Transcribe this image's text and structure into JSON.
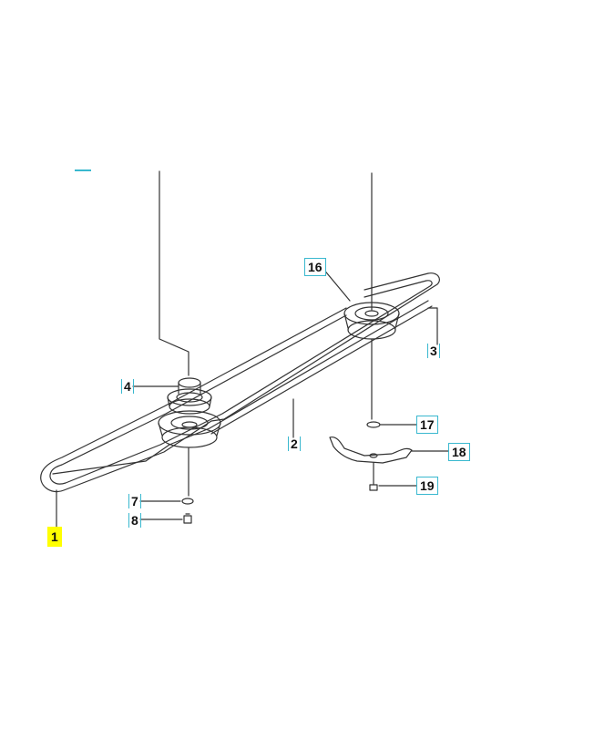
{
  "callouts": {
    "c1": "1",
    "c2": "2",
    "c3": "3",
    "c4": "4",
    "c7": "7",
    "c8": "8",
    "c16": "16",
    "c17": "17",
    "c18": "18",
    "c19": "19"
  },
  "colors": {
    "callout_border": "#39b8cf",
    "selected_highlight": "#ffff00",
    "line": "#333333"
  }
}
